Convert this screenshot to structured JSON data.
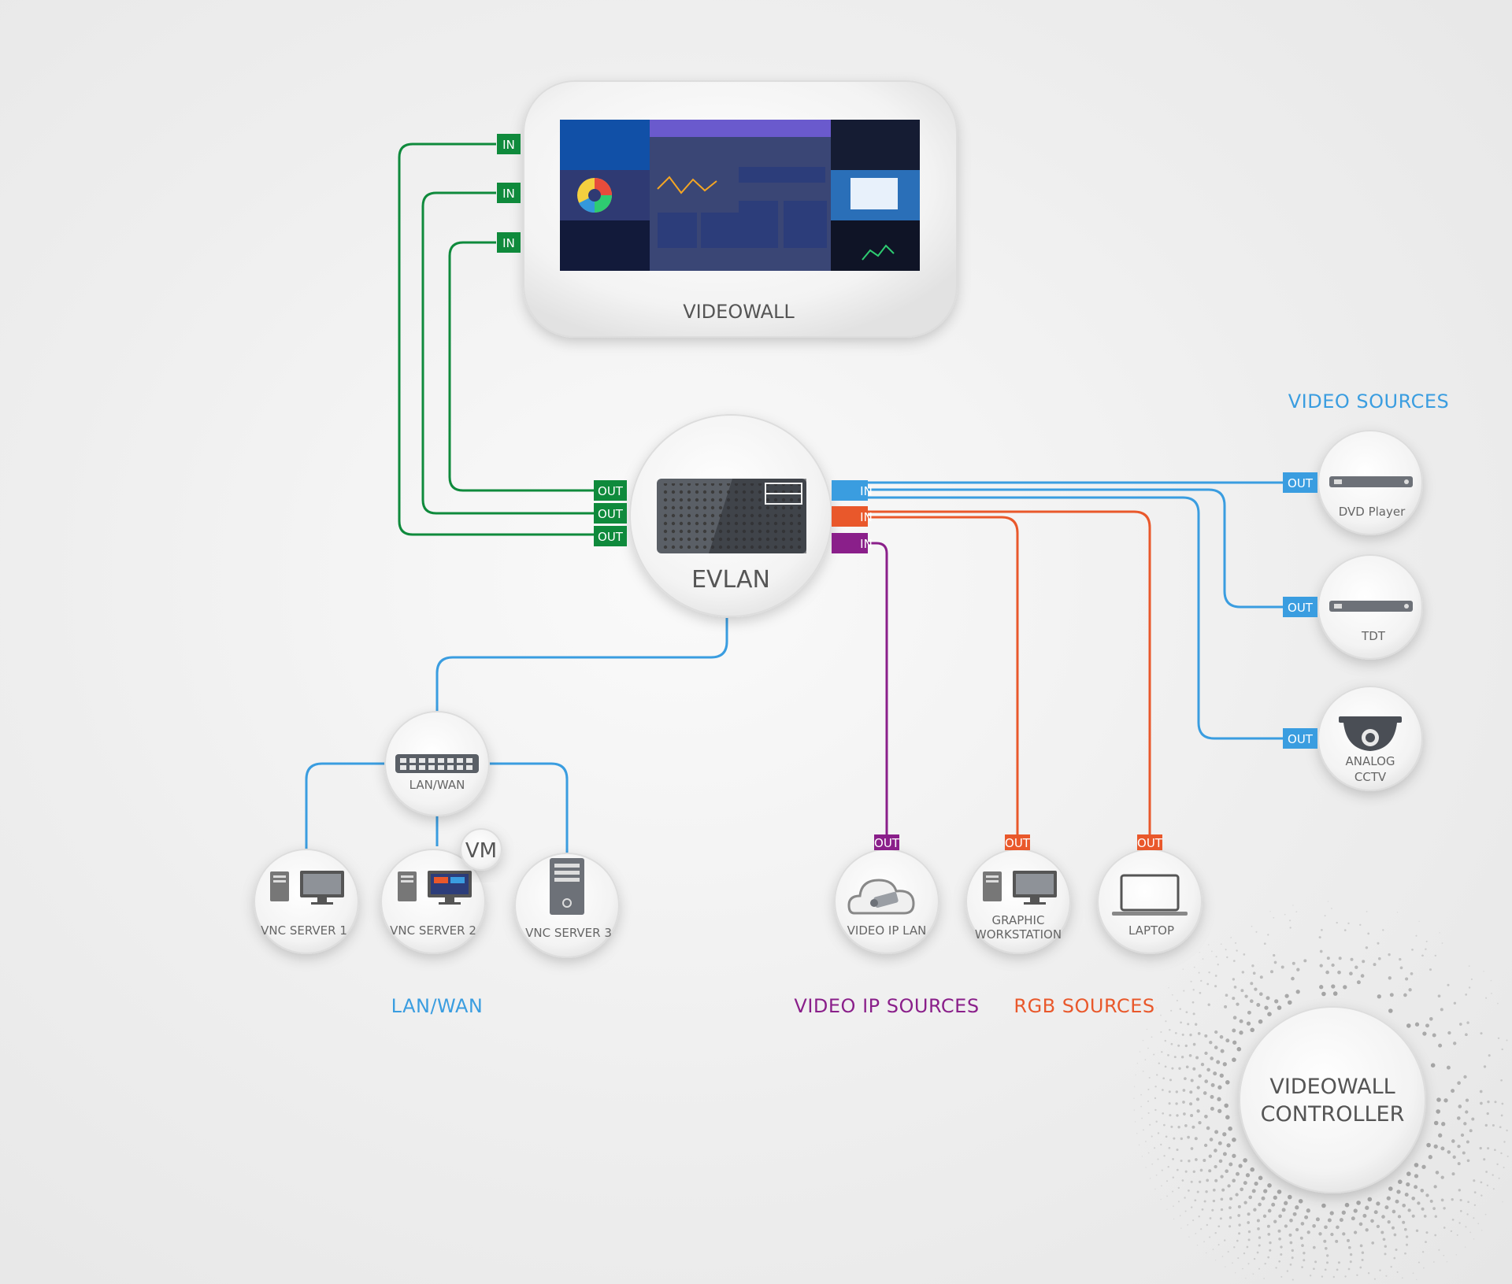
{
  "colors": {
    "green": "#0f8a3c",
    "blue": "#3a9de0",
    "orange": "#e9582b",
    "purple": "#8a1f8a",
    "text_gray": "#666666"
  },
  "videowall": {
    "label": "VIDEOWALL",
    "ports": [
      "IN",
      "IN",
      "IN"
    ]
  },
  "evlan": {
    "label": "EVLAN",
    "out_ports": [
      "OUT",
      "OUT",
      "OUT"
    ],
    "in_ports": [
      "IN",
      "IN",
      "IN"
    ]
  },
  "video_sources": {
    "title": "VIDEO SOURCES",
    "items": [
      {
        "label": "DVD Player",
        "port": "OUT",
        "icon": "dvd-player-icon"
      },
      {
        "label": "TDT",
        "port": "OUT",
        "icon": "tdt-receiver-icon"
      },
      {
        "label_line1": "ANALOG",
        "label_line2": "CCTV",
        "port": "OUT",
        "icon": "cctv-camera-icon"
      }
    ]
  },
  "lan": {
    "switch_label": "LAN/WAN",
    "title": "LAN/WAN",
    "vm_badge": "VM",
    "servers": [
      "VNC SERVER 1",
      "VNC SERVER 2",
      "VNC SERVER 3"
    ]
  },
  "video_ip": {
    "title": "VIDEO IP SOURCES",
    "label": "VIDEO IP LAN",
    "port": "OUT"
  },
  "rgb": {
    "title": "RGB SOURCES",
    "workstation_line1": "GRAPHIC",
    "workstation_line2": "WORKSTATION",
    "laptop": "LAPTOP",
    "ports": [
      "OUT",
      "OUT"
    ]
  },
  "controller": {
    "line1": "VIDEOWALL",
    "line2": "CONTROLLER"
  }
}
